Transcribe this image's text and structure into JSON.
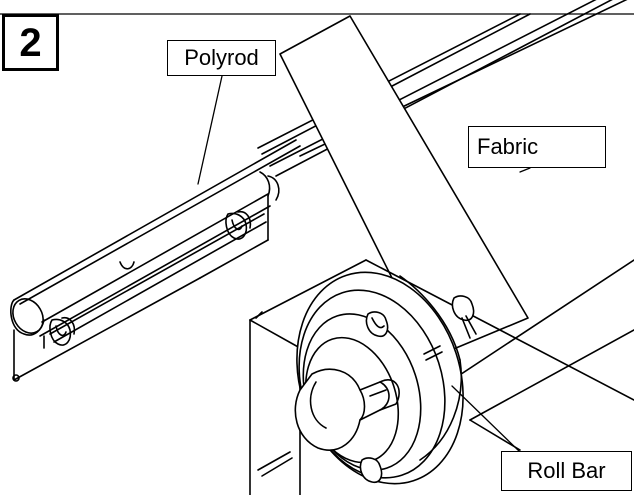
{
  "step_number": "2",
  "callouts": {
    "polyrod": "Polyrod",
    "fabric": "Fabric",
    "roll_bar": "Roll Bar"
  },
  "colors": {
    "line": "#000000",
    "background": "#ffffff"
  }
}
